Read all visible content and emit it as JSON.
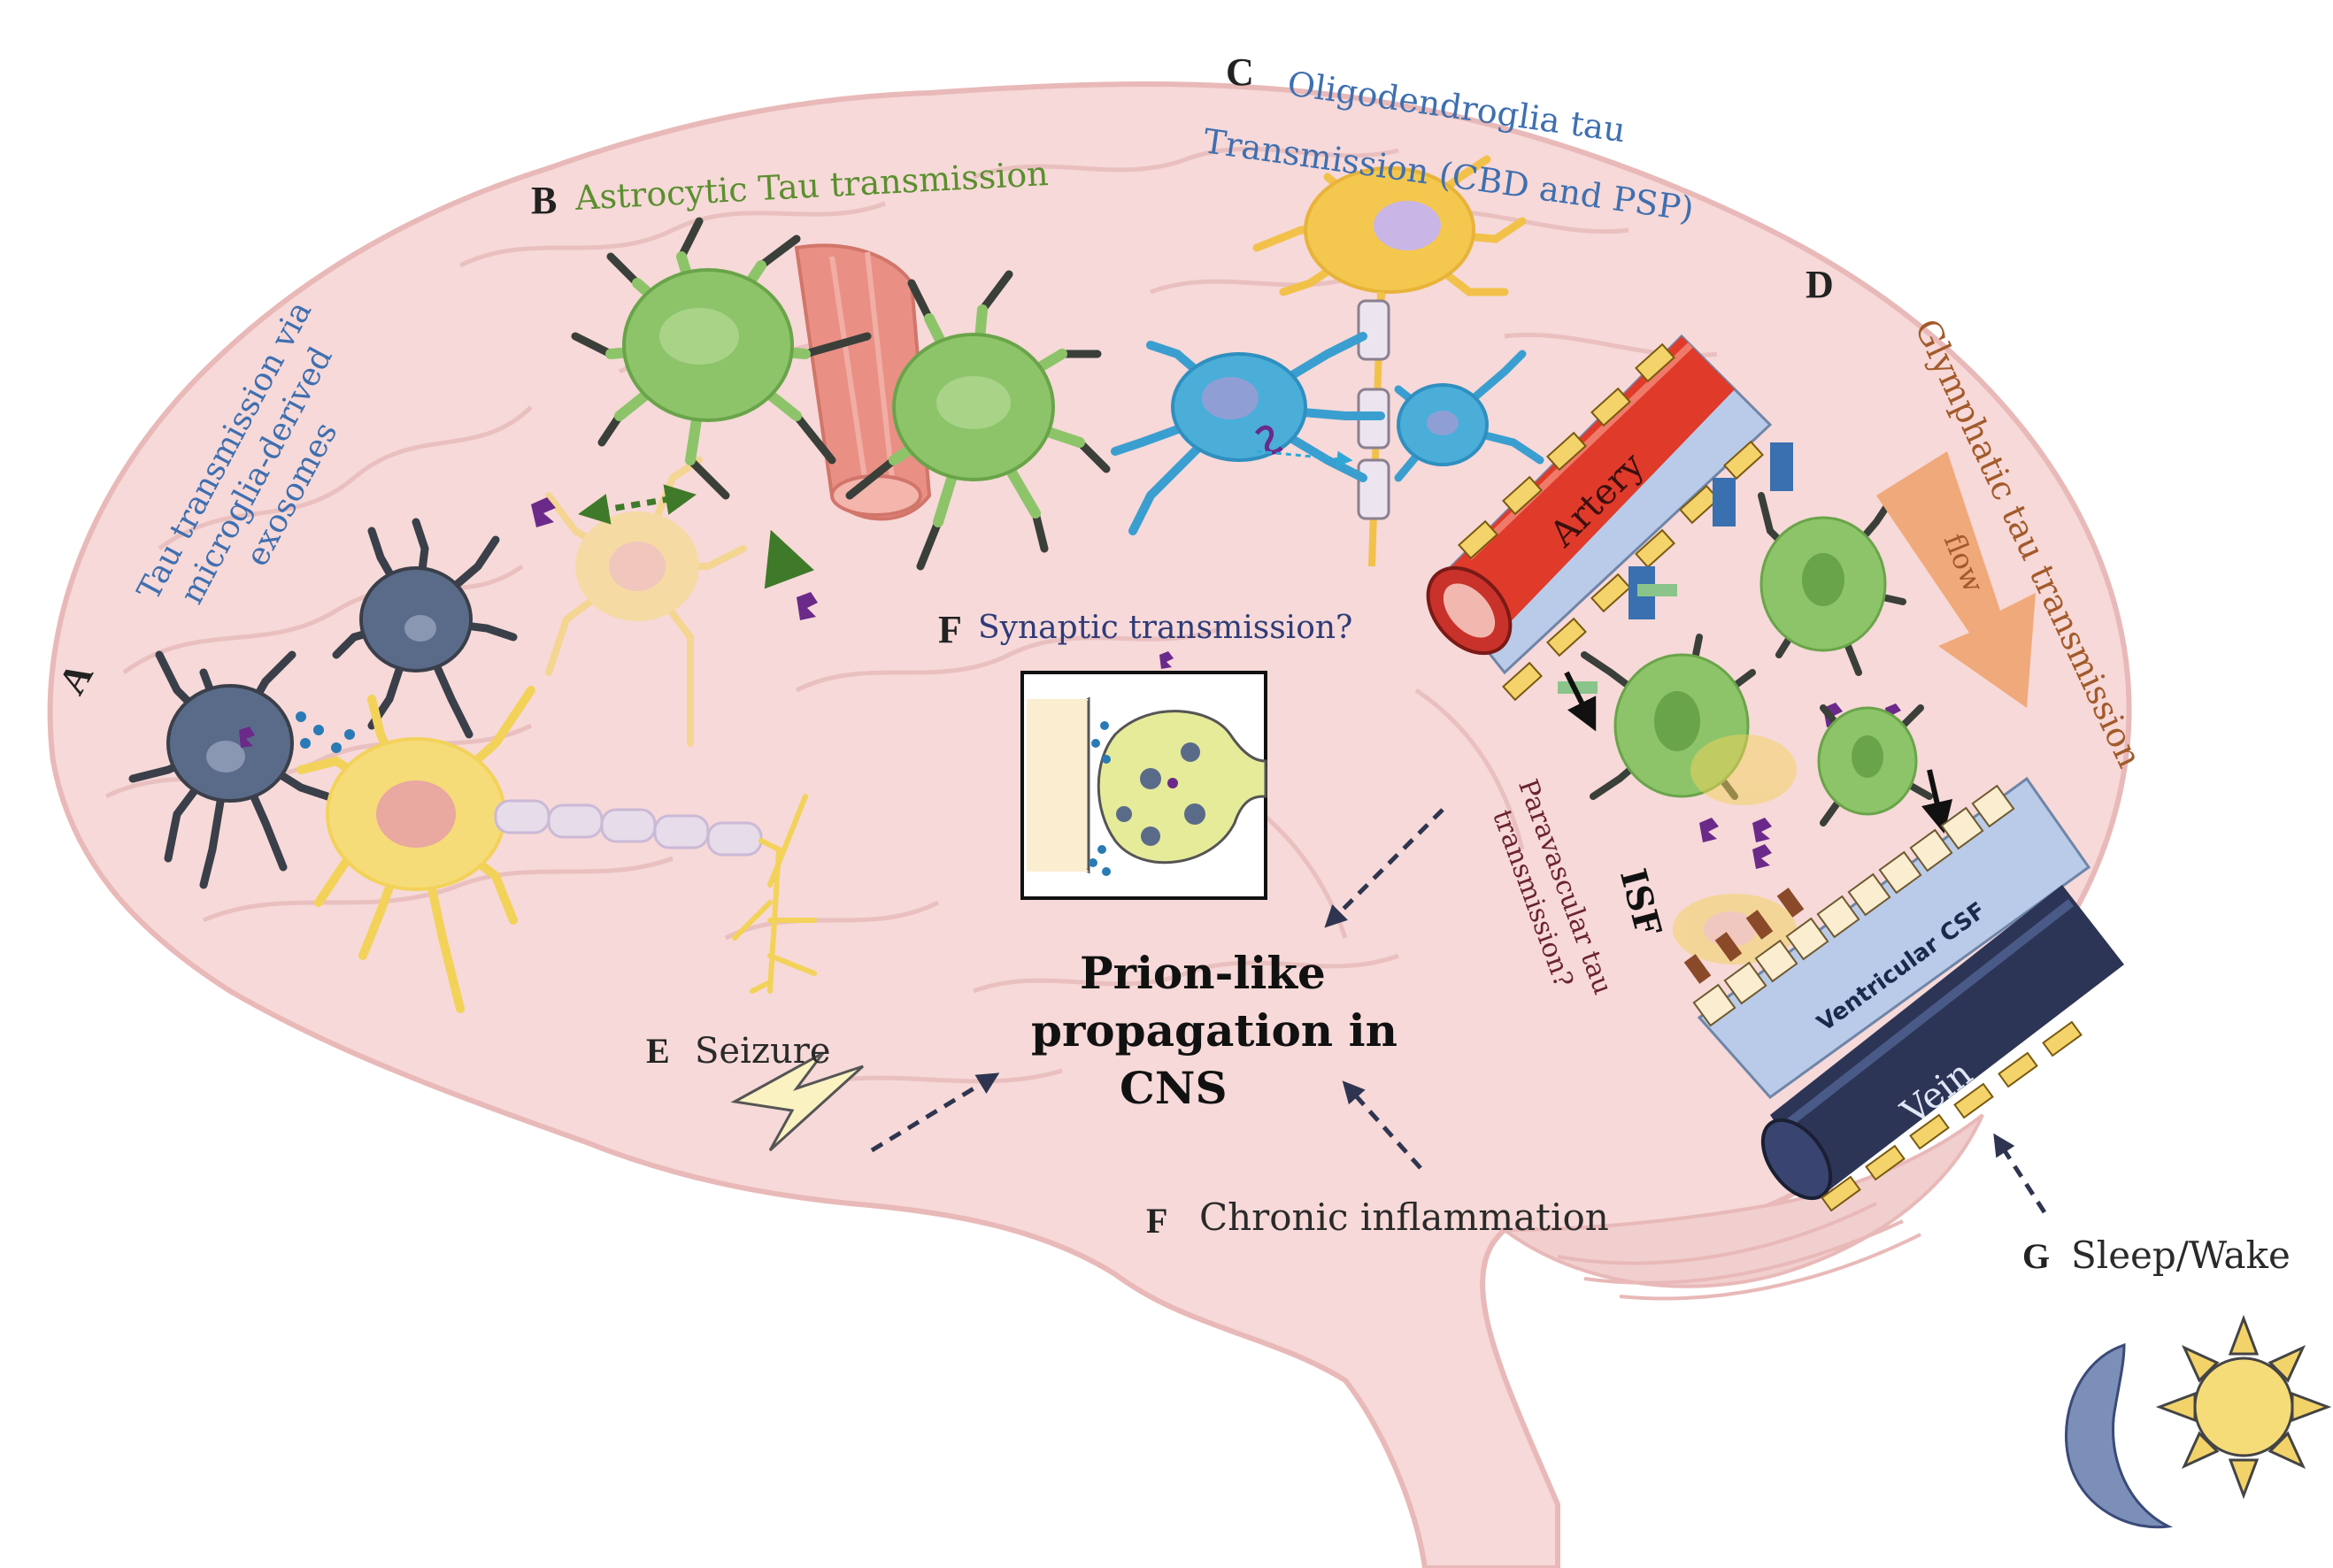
{
  "labels": {
    "a_letter": "A",
    "a_text_1": "Tau transmission via",
    "a_text_2": "microglia-derived",
    "a_text_3": "exosomes",
    "b_letter": "B",
    "b_text": "Astrocytic  Tau transmission",
    "c_letter": "C",
    "c_text_1": "Oligodendroglia tau",
    "c_text_2": "Transmission (CBD and PSP)",
    "d_letter": "D",
    "d_text": "Glymphatic tau transmission",
    "flow": "flow",
    "artery": "Artery",
    "vein": "Vein",
    "ventricular_csf": "Ventricular CSF",
    "isf": "ISF",
    "paravascular_1": "Paravascular tau",
    "paravascular_2": "transmission?",
    "f_letter_top": "F",
    "synaptic": "Synaptic transmission?",
    "center_1": "Prion-like",
    "center_2": "propagation in",
    "center_3": "CNS",
    "e_letter": "E",
    "seizure": "Seizure",
    "f_letter_bottom": "F",
    "chronic": "Chronic inflammation",
    "g_letter": "G",
    "sleep": "Sleep/Wake"
  },
  "colors": {
    "brain_fill": "#f6d9d8",
    "brain_stroke": "#e8b9b8",
    "label_blue": "#3f6fb0",
    "label_green": "#5a8f2e",
    "label_brown": "#a35a2a",
    "artery_red": "#e03a2a",
    "vessel_blue": "#b9cbe8",
    "vein_navy": "#2d3556",
    "astrocyte_green": "#8dc46a",
    "microglia_gray": "#5a6b8a",
    "neuron_yellow": "#f3d25a",
    "oligo_blue": "#4aaed9",
    "tau_purple": "#6b2a8a",
    "flow_orange": "#f0a97a"
  }
}
